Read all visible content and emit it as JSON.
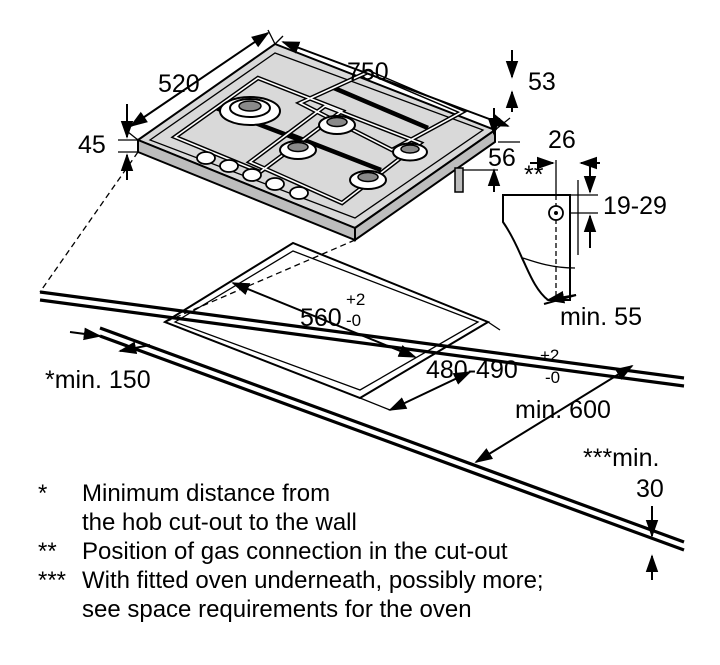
{
  "dimensions": {
    "depth": "520",
    "width": "750",
    "height": "45",
    "rear_offset": "53",
    "side_offset": "56",
    "gas_offset": "26",
    "gas_height": "19-29",
    "cutout_width": "560",
    "cutout_width_tol_plus": "+2",
    "cutout_width_tol_minus": "-0",
    "cutout_depth": "480-490",
    "cutout_depth_tol_plus": "+2",
    "cutout_depth_tol_minus": "-0",
    "min_wall": "*min. 150",
    "min_depth": "min. 600",
    "min_thickness": "min. 55",
    "min_oven_label": "***min.",
    "min_oven_value": "30",
    "gas_marker": "**"
  },
  "notes": [
    {
      "marker": "*",
      "lines": [
        "Minimum distance from",
        "the hob cut-out to the wall"
      ]
    },
    {
      "marker": "**",
      "lines": [
        "Position of gas connection in the cut-out"
      ]
    },
    {
      "marker": "***",
      "lines": [
        "With fitted oven underneath, possibly more;",
        "see space requirements for the oven"
      ]
    }
  ]
}
